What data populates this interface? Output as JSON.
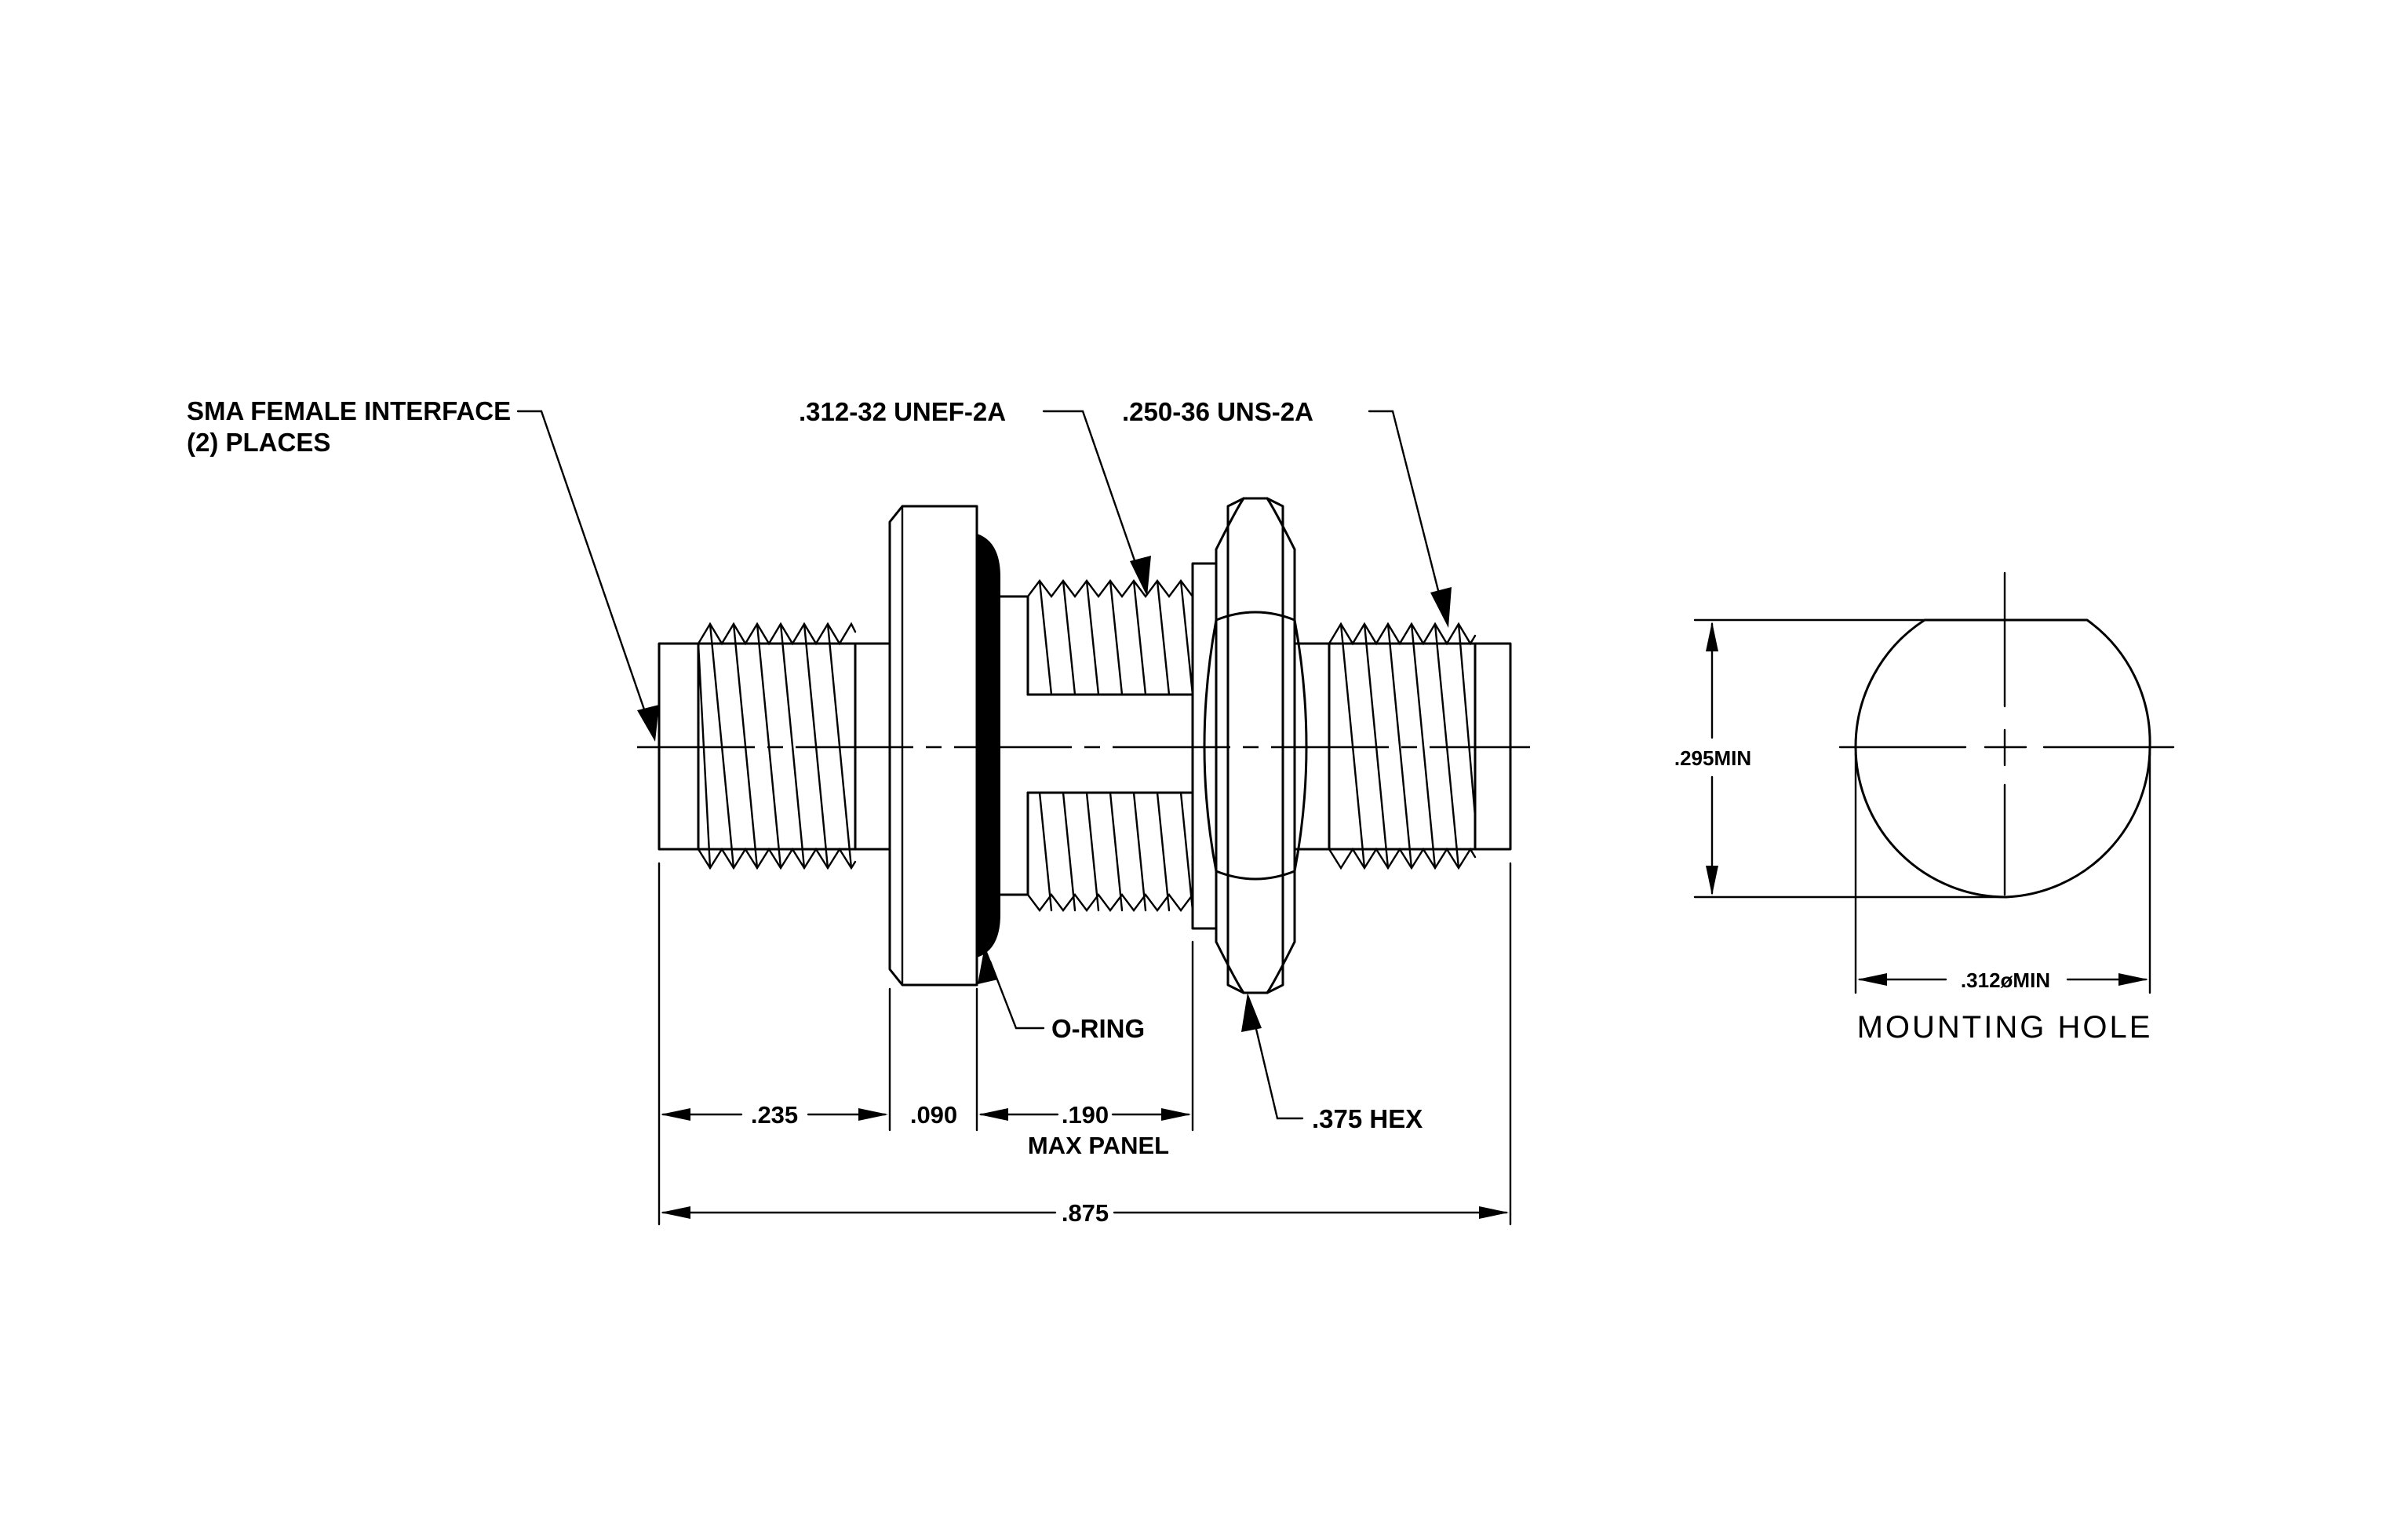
{
  "labels": {
    "sma_female_line1": "SMA FEMALE INTERFACE",
    "sma_female_line2": "(2) PLACES",
    "thread_312": ".312-32 UNEF-2A",
    "thread_250": ".250-36 UNS-2A",
    "o_ring": "O-RING",
    "hex": ".375 HEX",
    "dim_235": ".235",
    "dim_090": ".090",
    "dim_190": ".190",
    "max_panel": "MAX PANEL",
    "dim_875": ".875",
    "dim_295": ".295MIN",
    "dim_312": ".312øMIN",
    "mounting_hole": "MOUNTING HOLE"
  }
}
